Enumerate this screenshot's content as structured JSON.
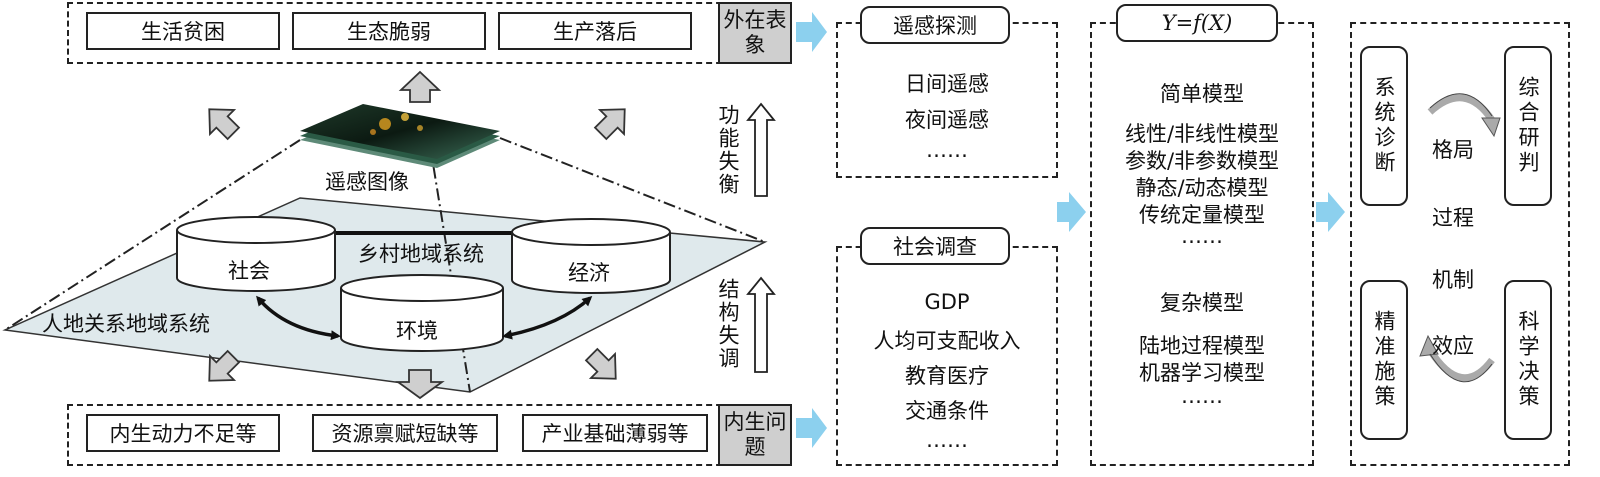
{
  "top": {
    "items": [
      "生活贫困",
      "生态脆弱",
      "生产落后"
    ],
    "tag": "外在表象"
  },
  "bottom": {
    "items": [
      "内生动力不足等",
      "资源禀赋短缺等",
      "产业基础薄弱等"
    ],
    "tag": "内生问题"
  },
  "center": {
    "image_label": "遥感图像",
    "system_label": "乡村地域系统",
    "outer_label": "人地关系地域系统",
    "cyl_society": "社会",
    "cyl_economy": "经济",
    "cyl_environment": "环境",
    "func_label": "功能失衡",
    "struct_label": "结构失调"
  },
  "remote": {
    "title": "遥感探测",
    "items": [
      "日间遥感",
      "夜间遥感",
      "……"
    ]
  },
  "survey": {
    "title": "社会调查",
    "items": [
      "GDP",
      "人均可支配收入",
      "教育医疗",
      "交通条件",
      "……"
    ]
  },
  "model": {
    "title": "Y=f(X)",
    "simple_title": "简单模型",
    "simple_items": [
      "线性/非线性模型",
      "参数/非参数模型",
      "静态/动态模型",
      "传统定量模型",
      "……"
    ],
    "complex_title": "复杂模型",
    "complex_items": [
      "陆地过程模型",
      "机器学习模型",
      "……"
    ]
  },
  "cycle": {
    "diagnose": "系统诊断",
    "judge": "综合研判",
    "decide": "科学决策",
    "policy": "精准施策",
    "words": [
      "格局",
      "过程",
      "机制",
      "效应"
    ]
  },
  "colors": {
    "arrow_blue": "#8cd0ee",
    "gray_fill": "#cfcfcf",
    "plane_fill": "#dfe9ec"
  }
}
